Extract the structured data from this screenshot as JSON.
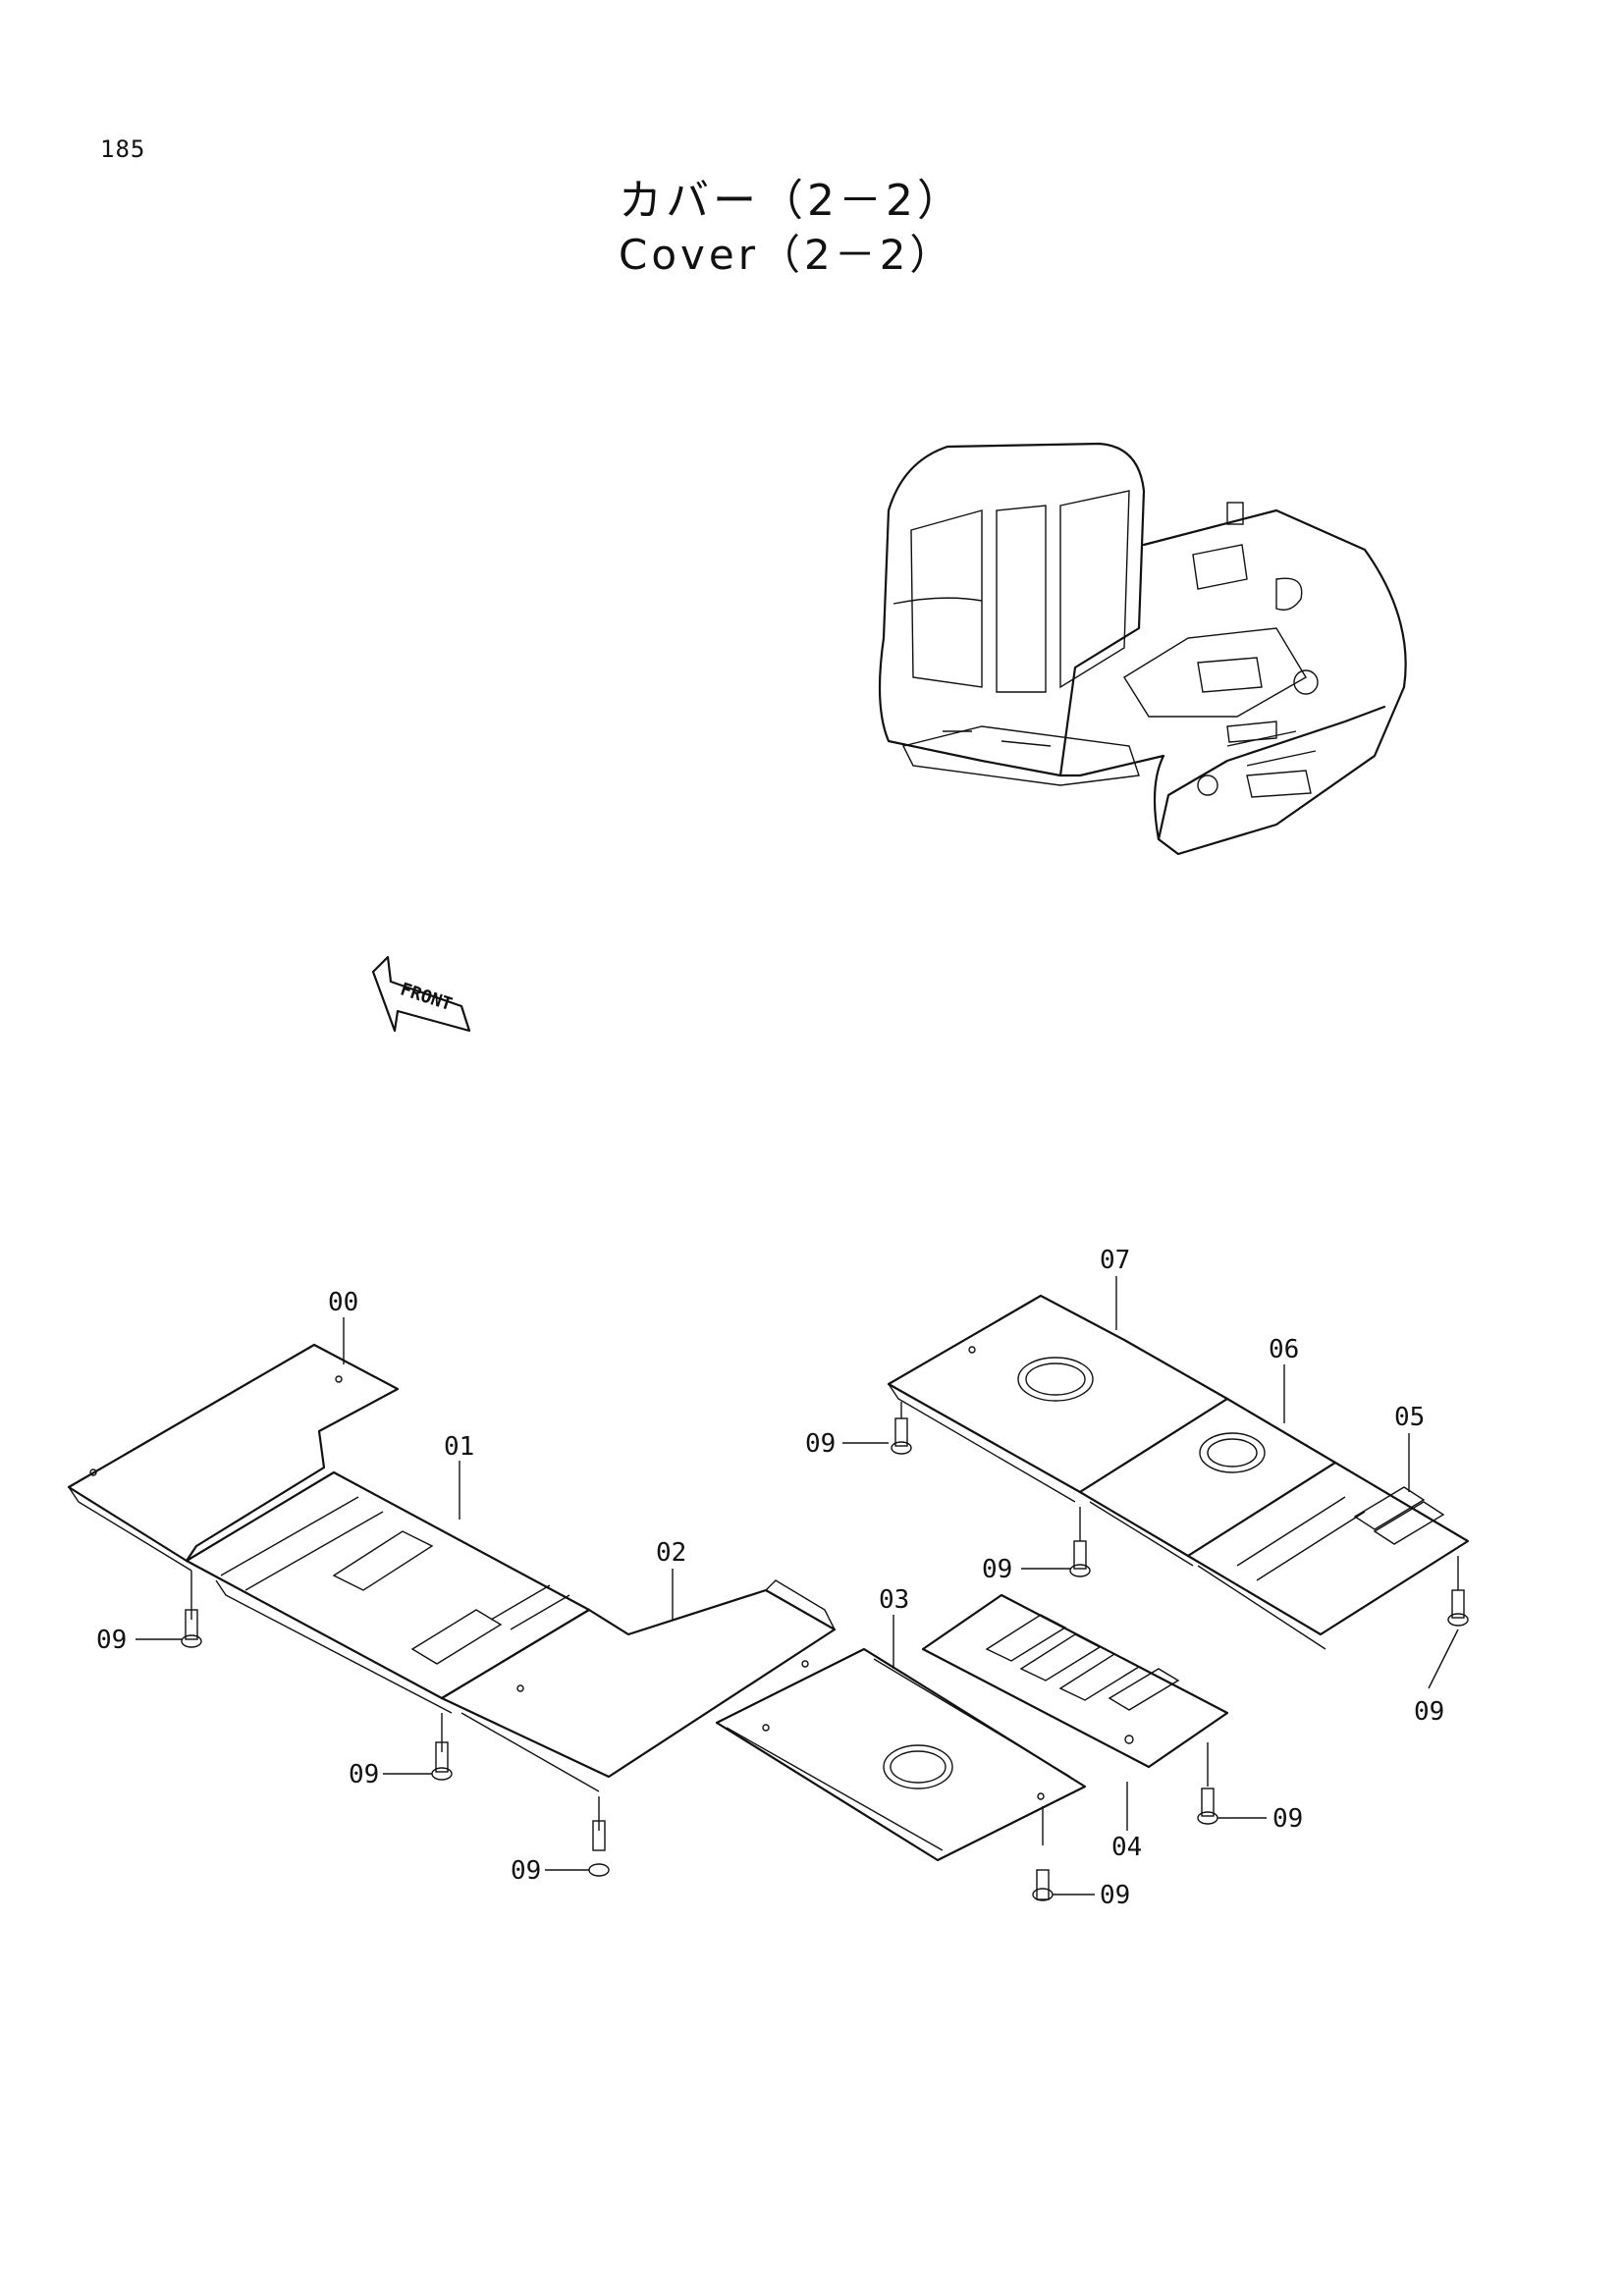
{
  "page_number": "185",
  "title_jp": "カバー（2－2）",
  "title_en": "Cover（2－2）",
  "front_arrow_label": "FRONT",
  "parts": [
    {
      "no": "00"
    },
    {
      "no": "01"
    },
    {
      "no": "02"
    },
    {
      "no": "03"
    },
    {
      "no": "04"
    },
    {
      "no": "05"
    },
    {
      "no": "06"
    },
    {
      "no": "07"
    }
  ],
  "bolt_label": "09"
}
